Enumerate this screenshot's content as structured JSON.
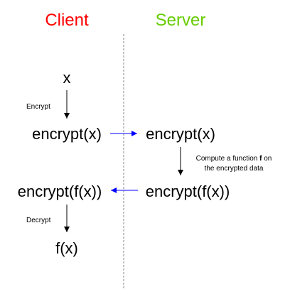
{
  "headers": {
    "client": "Client",
    "server": "Server"
  },
  "colors": {
    "client_header": "#ff0000",
    "server_header": "#66cc00",
    "forward_arrow": "#0000ff",
    "return_arrow": "#0000ff",
    "divider": "#888888",
    "text": "#000000"
  },
  "client": {
    "input": "x",
    "encrypt_label": "Encrypt",
    "encrypted": "encrypt(x)",
    "result_encrypted": "encrypt(f(x))",
    "decrypt_label": "Decrypt",
    "output": "f(x)"
  },
  "server": {
    "received": "encrypt(x)",
    "compute_label": {
      "before": "Compute a function ",
      "bold": "f",
      "after": " on",
      "line2": "the encrypted data"
    },
    "computed": "encrypt(f(x))"
  }
}
